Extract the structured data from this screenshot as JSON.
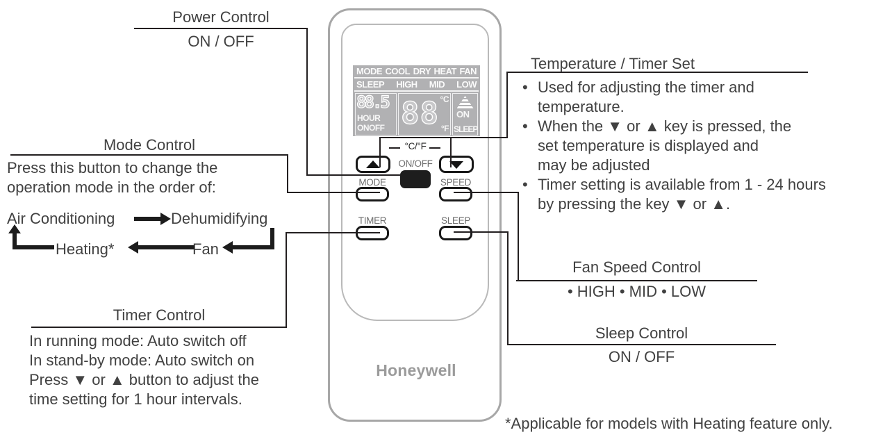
{
  "colors": {
    "line": "#231f20",
    "text": "#414141",
    "remote_outline": "#a7a7a7",
    "lcd_background": "#b1b1b3",
    "lcd_text": "#ffffff",
    "button_label": "#6e6e6e",
    "brand": "#9b9b9b"
  },
  "callouts": {
    "power": {
      "title": "Power Control",
      "subtitle": "ON / OFF"
    },
    "mode": {
      "title": "Mode Control",
      "description": [
        "Press this button to change the",
        "operation mode in the order of:"
      ],
      "cycle": {
        "air_conditioning": "Air Conditioning",
        "dehumidifying": "Dehumidifying",
        "heating": "Heating*",
        "fan": "Fan"
      }
    },
    "timer": {
      "title": "Timer Control",
      "lines": [
        "In running mode: Auto switch off",
        "In stand-by mode: Auto switch on",
        "Press ▼ or ▲ button to adjust the",
        "time setting for 1 hour intervals."
      ]
    },
    "temperature": {
      "title": "Temperature / Timer Set",
      "bullet": "•",
      "bullets": [
        {
          "lines": [
            "Used for adjusting the timer and",
            "temperature."
          ]
        },
        {
          "lines": [
            "When the ▼ or ▲ key is pressed, the",
            "set temperature is displayed and",
            "may be adjusted"
          ]
        },
        {
          "lines": [
            "Timer setting is available from 1 - 24 hours",
            "by pressing the key ▼ or ▲."
          ]
        }
      ]
    },
    "fan_speed": {
      "title": "Fan Speed Control",
      "subtitle": "• HIGH • MID • LOW"
    },
    "sleep": {
      "title": "Sleep Control",
      "subtitle": "ON / OFF"
    },
    "footnote": "*Applicable for models with Heating feature only."
  },
  "remote": {
    "brand": "Honeywell",
    "display": {
      "mode_row": [
        "MODE",
        "COOL",
        "DRY",
        "HEAT",
        "FAN"
      ],
      "status_row": [
        "SLEEP",
        "HIGH",
        "MID",
        "LOW"
      ],
      "timer_digits": "88.5",
      "hour_label": "HOUR",
      "onoff_label": "ONOFF",
      "temp_digits": "88",
      "celsius": "°C",
      "fahrenheit": "°F",
      "on_indicator": "ON",
      "sleep_indicator": "SLEEP"
    },
    "buttons": {
      "cf_label": "°C/°F",
      "onoff_label": "ON/OFF",
      "mode": "MODE",
      "speed": "SPEED",
      "timer": "TIMER",
      "sleep": "SLEEP"
    }
  }
}
